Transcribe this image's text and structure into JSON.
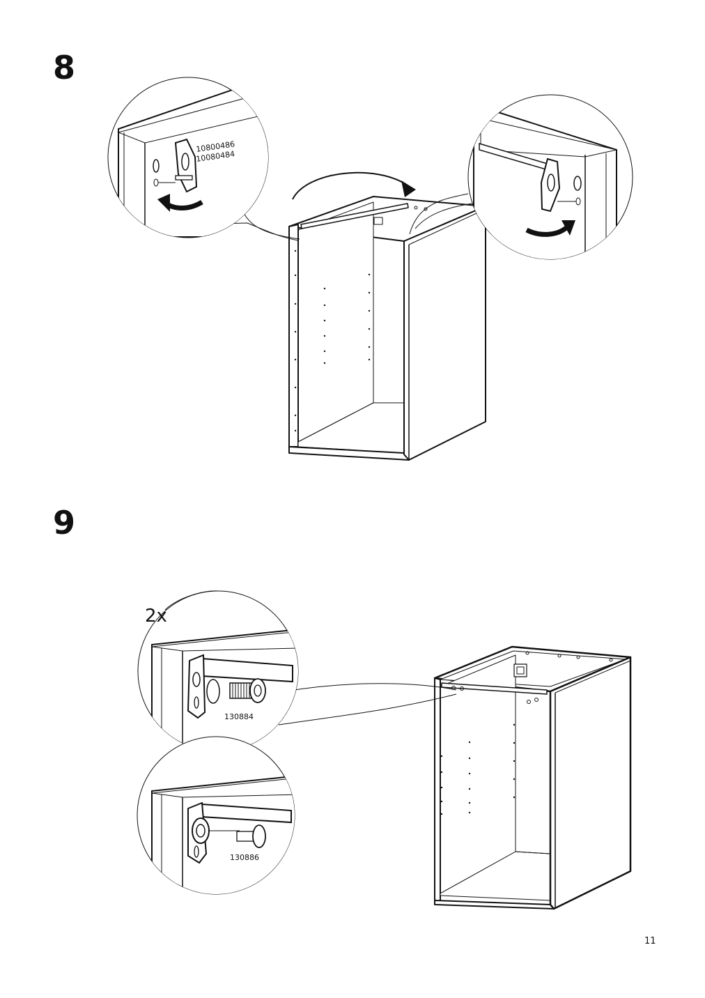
{
  "page": {
    "number": "11"
  },
  "steps": [
    {
      "number": "8",
      "detail_left": {
        "parts": [
          "10800486",
          "10080484"
        ]
      }
    },
    {
      "number": "9",
      "quantity": "2x",
      "detail_top": {
        "part": "130884"
      },
      "detail_bottom": {
        "part": "130886"
      }
    }
  ]
}
